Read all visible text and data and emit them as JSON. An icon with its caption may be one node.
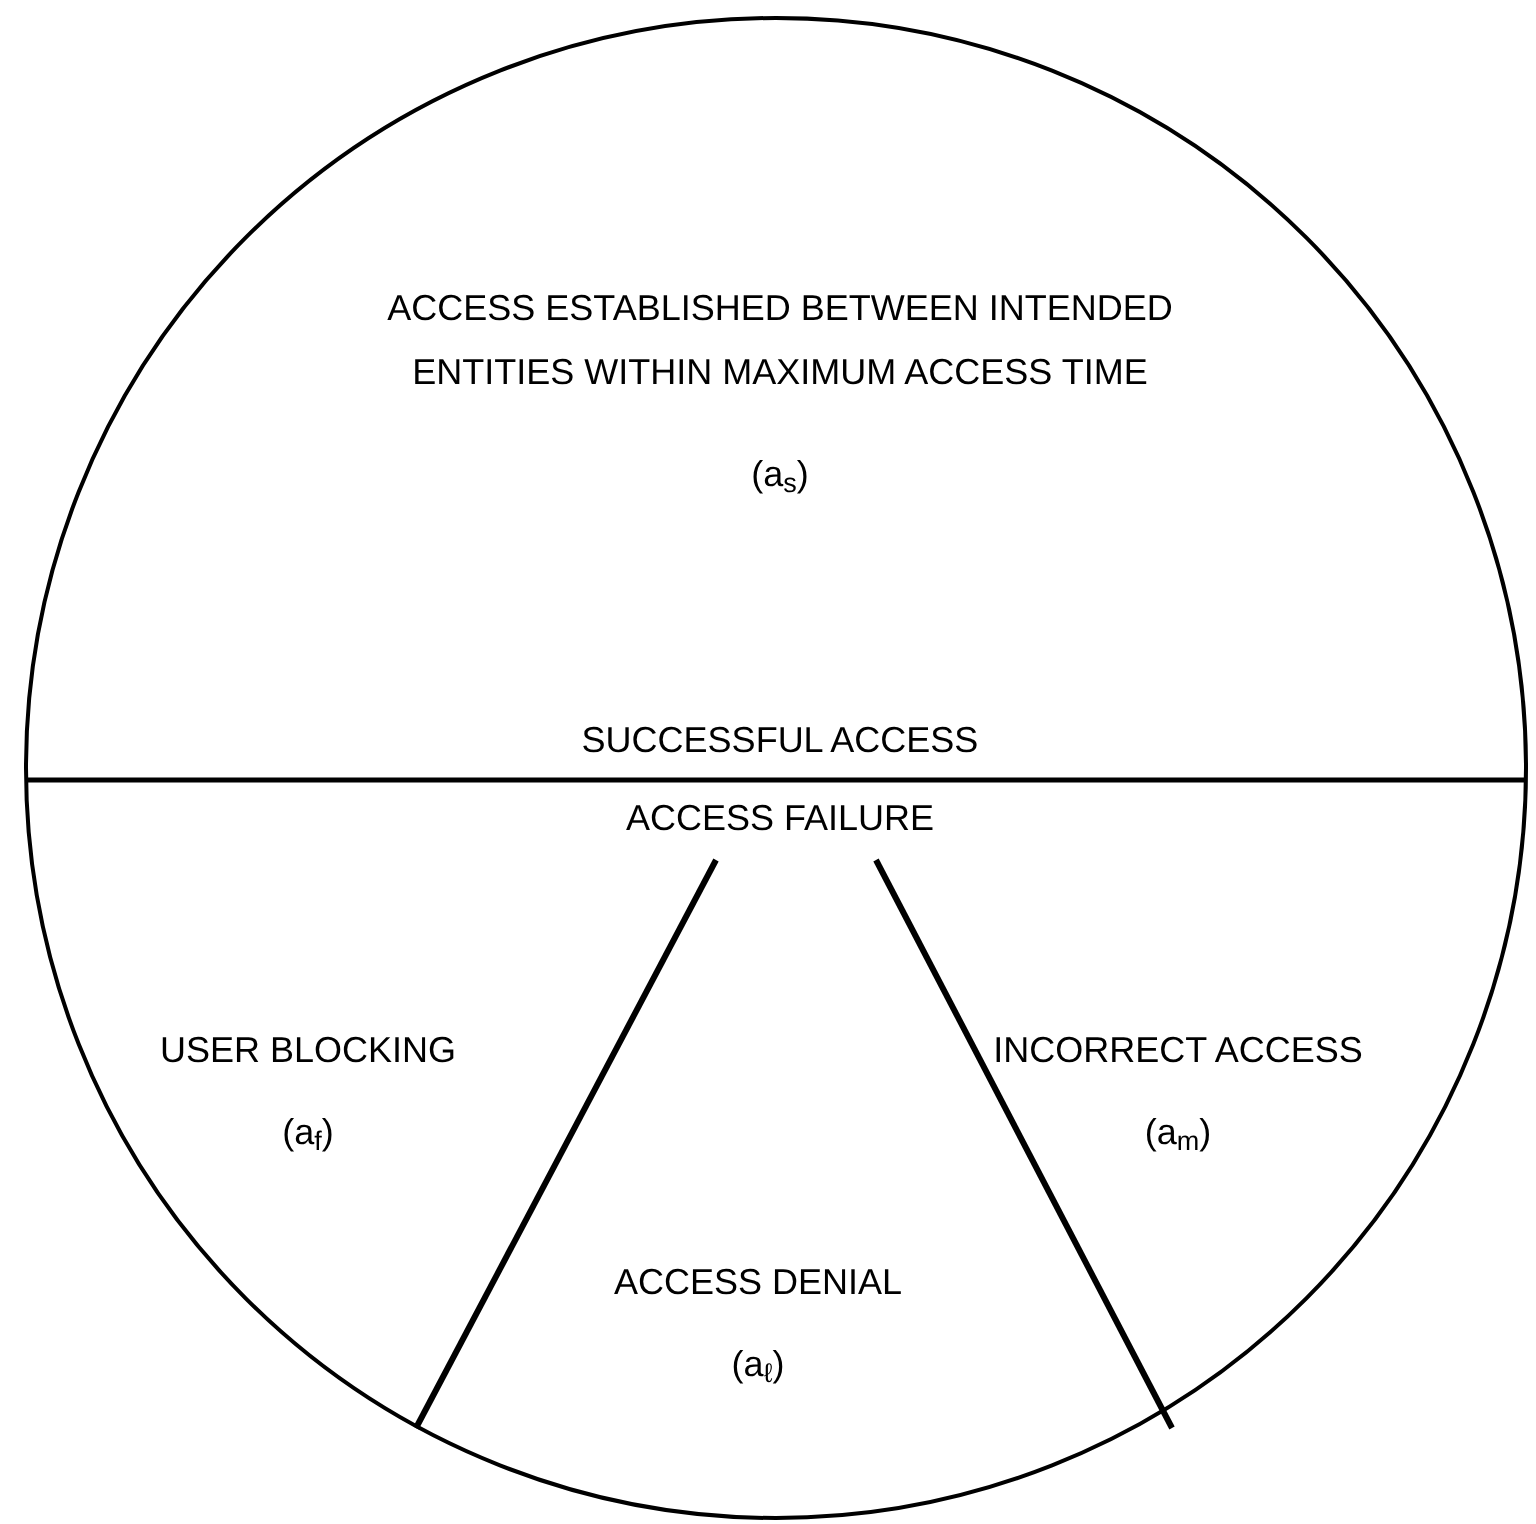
{
  "diagram": {
    "nodes": [
      {
        "text": [],
        "shape": "circle"
      },
      {
        "text": [
          "ACCESS ESTABLISHED BETWEEN INTENDED ENTITIES WITHIN MAXIMUM ACCESS TIME",
          "(a$_{s}$)",
          "SUCCESSFUL ACCESS"
        ],
        "in": 0
      },
      {
        "text": [
          "ACCESS FAILURE"
        ],
        "in": 0
      },
      {
        "text": [
          "USER BLOCKING",
          "(a$_{f}$)"
        ],
        "in": 2
      },
      {
        "text": [
          "ACCESS DENIAL",
          "(a$_{ℓ}$)"
        ],
        "in": 2
      },
      {
        "text": [
          "INCORRECT ACCESS",
          "(a$_{m}$)"
        ],
        "in": 2
      }
    ]
  }
}
